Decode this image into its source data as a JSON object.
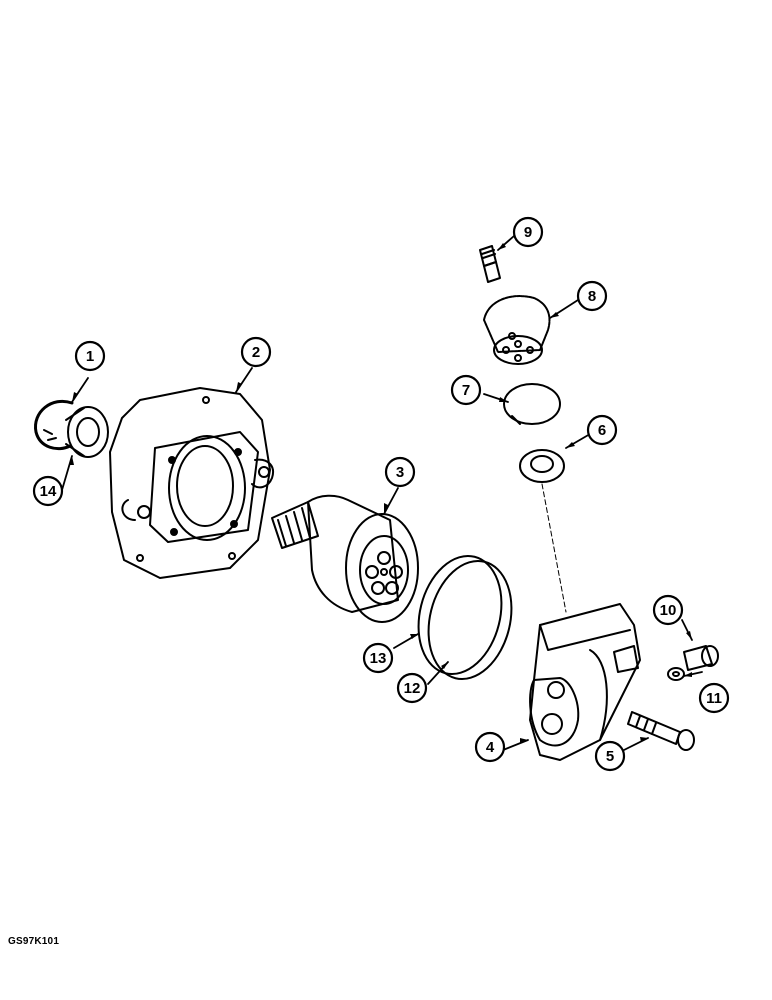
{
  "figure_code": "GS97K101",
  "callouts": [
    {
      "id": "1",
      "part": "retaining-ring"
    },
    {
      "id": "2",
      "part": "housing"
    },
    {
      "id": "3",
      "part": "shaft-and-rotor-assembly"
    },
    {
      "id": "4",
      "part": "end-cover"
    },
    {
      "id": "5",
      "part": "cap-screw"
    },
    {
      "id": "6",
      "part": "valve-plate"
    },
    {
      "id": "7",
      "part": "snap-ring"
    },
    {
      "id": "8",
      "part": "cylinder-block"
    },
    {
      "id": "9",
      "part": "screw"
    },
    {
      "id": "10",
      "part": "plug"
    },
    {
      "id": "11",
      "part": "o-ring-washer"
    },
    {
      "id": "12",
      "part": "o-ring"
    },
    {
      "id": "13",
      "part": "o-ring"
    },
    {
      "id": "14",
      "part": "shaft-seal"
    }
  ]
}
